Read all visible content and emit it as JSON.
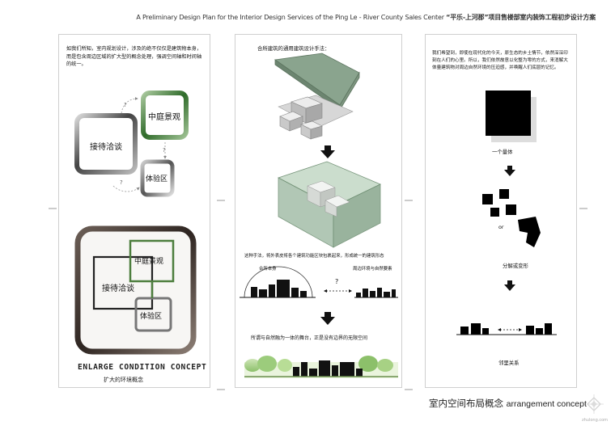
{
  "header": {
    "english": "A Preliminary Design Plan for the Interior Design Services of the Ping Le - River County Sales Center",
    "chinese": "“平乐-上河郡”项目售楼部室内装饰工程初步设计方案"
  },
  "panel1": {
    "intro": "如我们所知，室内规划设计，涉及的绝不仅仅是建筑物本身，而是包含周边区域的扩大型的概念处理，强调空间轴和时间轴的统一。",
    "box_courtyard": "中庭景观",
    "box_reception": "接待洽谈",
    "box_experience": "体验区",
    "qmark": "?",
    "concept_en": "ENLARGE CONDITION CONCEPT",
    "concept_cn": "扩大的环境概念"
  },
  "panel2": {
    "title": "合所建筑的通用建筑设计手法：",
    "caption1": "这种手法，将外表皮将各个建筑功能区块包裹起来，形成统一的建筑形态",
    "label_left": "合所本身",
    "label_right": "周边环境与自然要素",
    "qmark": "?",
    "caption2": "所谓与自然融为一体的舞台，正是没有边界的无限空间"
  },
  "panel3": {
    "intro": "我们希望到，即使在现代化的今天，原生态的乡土情节，依然深深印刻在人们的心里。所以，我们依然故意以化整为零的方式，来消解大体量建筑物对周边自然环境的压迫感，并唤醒人们底层的记忆。",
    "label_volume": "一个量体",
    "label_or": "or",
    "label_decompose": "分解或变形",
    "label_neighbor": "邻里关系"
  },
  "footer": {
    "chinese": "室内空间布局概念",
    "english": "arrangement concept"
  },
  "watermark": "zhulong.com"
}
